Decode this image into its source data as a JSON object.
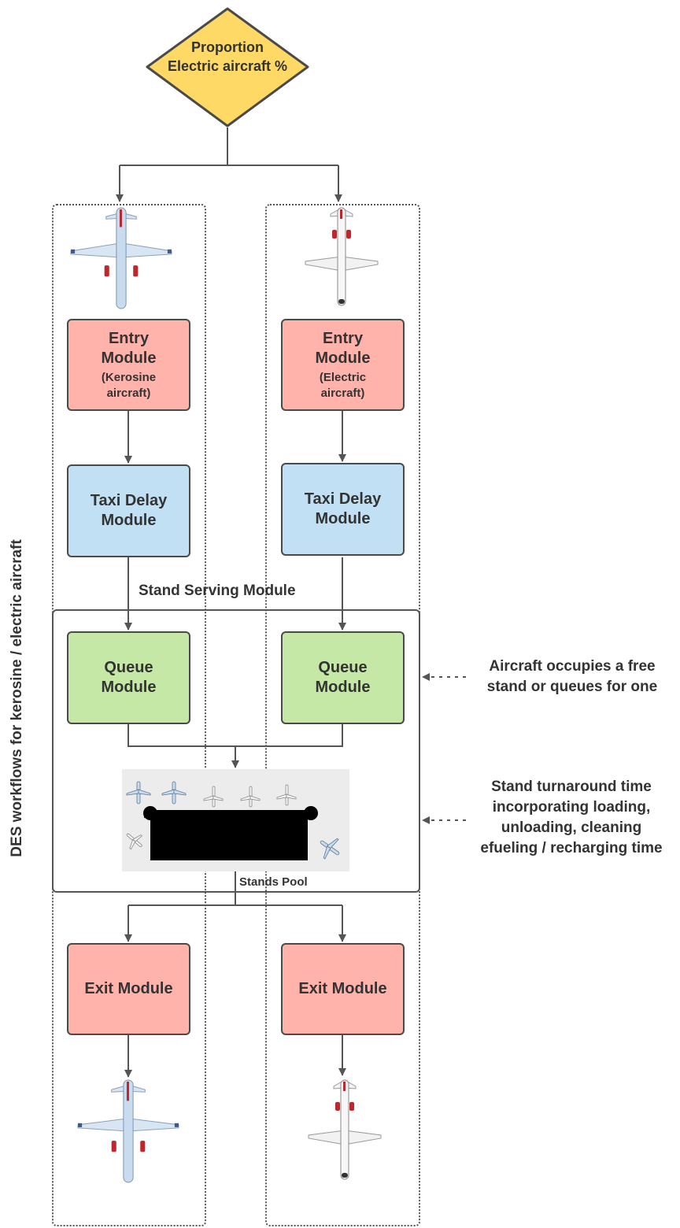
{
  "decision": {
    "text": "Proportion\nElectric aircraft %"
  },
  "side_title": "DES workflows for kerosine / electric aircraft",
  "left_column": {
    "entry": {
      "title": "Entry\nModule",
      "sub": "(Kerosine\naircraft)"
    },
    "taxi": "Taxi Delay\nModule",
    "queue": "Queue\nModule",
    "exit": "Exit Module"
  },
  "right_column": {
    "entry": {
      "title": "Entry\nModule",
      "sub": "(Electric\naircraft)"
    },
    "taxi": "Taxi Delay\nModule",
    "queue": "Queue\nModule",
    "exit": "Exit Module"
  },
  "stand_serving_label": "Stand Serving Module",
  "stands_pool_label": "Stands Pool",
  "annotations": {
    "queue_note": "Aircraft occupies a free\nstand or queues for one",
    "turnaround_note": "Stand turnaround time\nincorporating loading,\nunloading, cleaning\nefueling / recharging time"
  },
  "colors": {
    "decision_fill": "#ffd966",
    "entry_fill": "#ffb3ab",
    "taxi_fill": "#c2e0f4",
    "queue_fill": "#c5e8a6",
    "exit_fill": "#ffb3ab",
    "kerosine_plane_body": "#c9dcef",
    "electric_plane_body": "#f4f4f4",
    "engine_red": "#c0262d"
  }
}
